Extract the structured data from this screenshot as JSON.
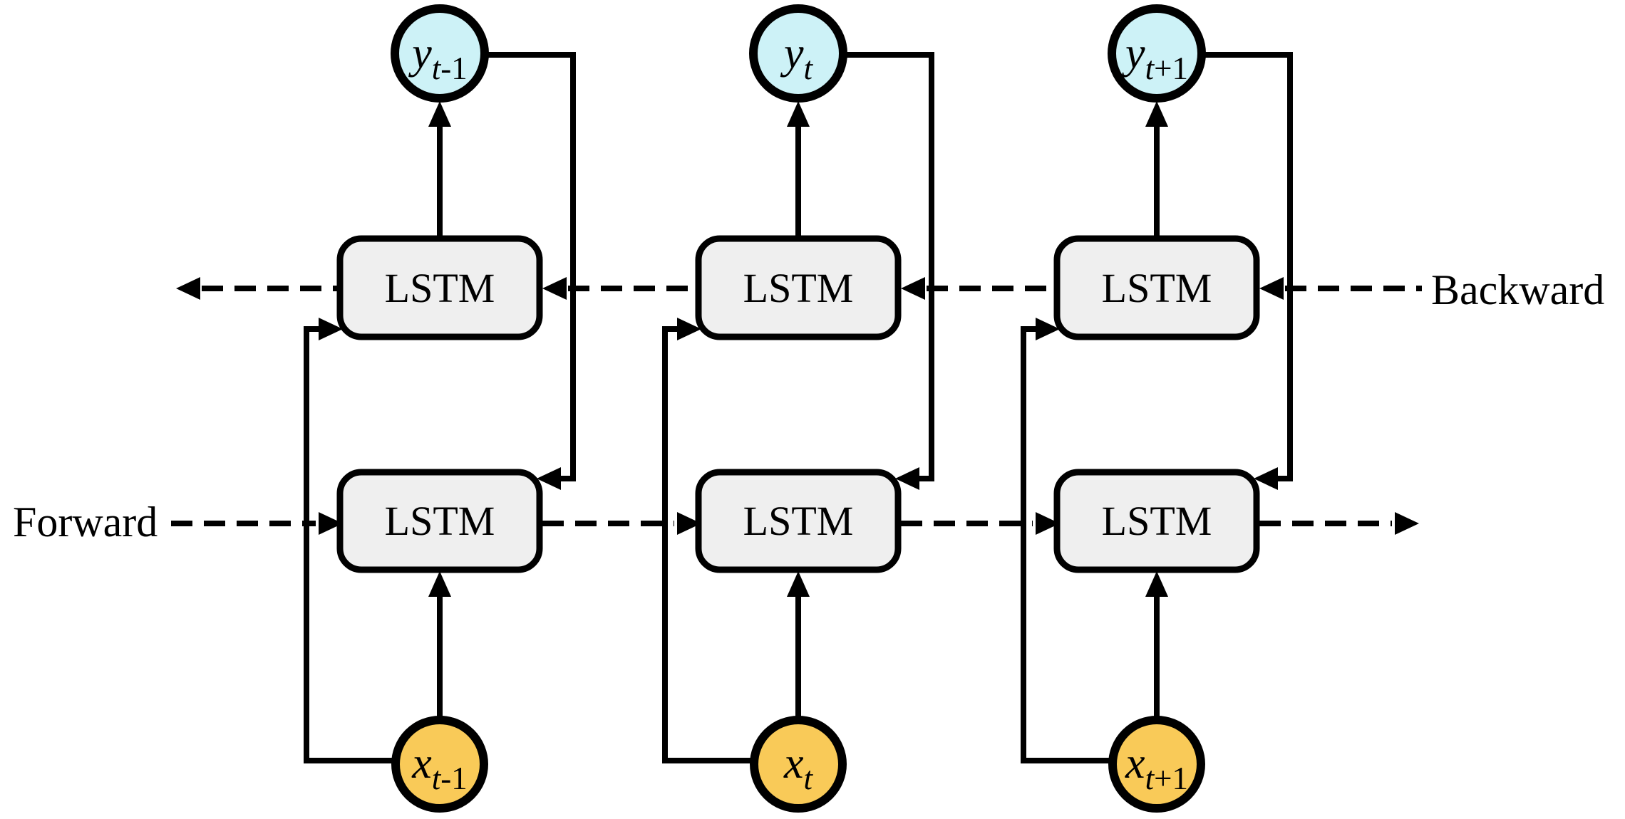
{
  "diagram": {
    "type": "bidirectional-lstm-architecture",
    "direction_labels": {
      "forward": "Forward",
      "backward": "Backward"
    },
    "columns": [
      {
        "time": "t-1",
        "output": {
          "base": "y",
          "sub_var": "t",
          "sub_rest": "-1"
        },
        "input": {
          "base": "x",
          "sub_var": "t",
          "sub_rest": "-1"
        },
        "backward_cell": "LSTM",
        "forward_cell": "LSTM"
      },
      {
        "time": "t",
        "output": {
          "base": "y",
          "sub_var": "t",
          "sub_rest": ""
        },
        "input": {
          "base": "x",
          "sub_var": "t",
          "sub_rest": ""
        },
        "backward_cell": "LSTM",
        "forward_cell": "LSTM"
      },
      {
        "time": "t+1",
        "output": {
          "base": "y",
          "sub_var": "t",
          "sub_rest": "+1"
        },
        "input": {
          "base": "x",
          "sub_var": "t",
          "sub_rest": "+1"
        },
        "backward_cell": "LSTM",
        "forward_cell": "LSTM"
      }
    ],
    "colors": {
      "output_node_fill": "#cdf2f7",
      "input_node_fill": "#f9ca58",
      "cell_fill": "#efefef",
      "stroke": "#000000",
      "background": "#ffffff"
    },
    "visible_connections": [
      "input x feeds up into forward LSTM (solid arrow)",
      "input x feeds via left bypass into backward LSTM (solid arrow)",
      "backward LSTM feeds up into output y (solid arrow)",
      "output y column wire descends into forward LSTM right corner (solid arrow)",
      "forward LSTM chain runs left-to-right (dashed arrows)",
      "backward LSTM chain runs right-to-left (dashed arrows)"
    ]
  }
}
